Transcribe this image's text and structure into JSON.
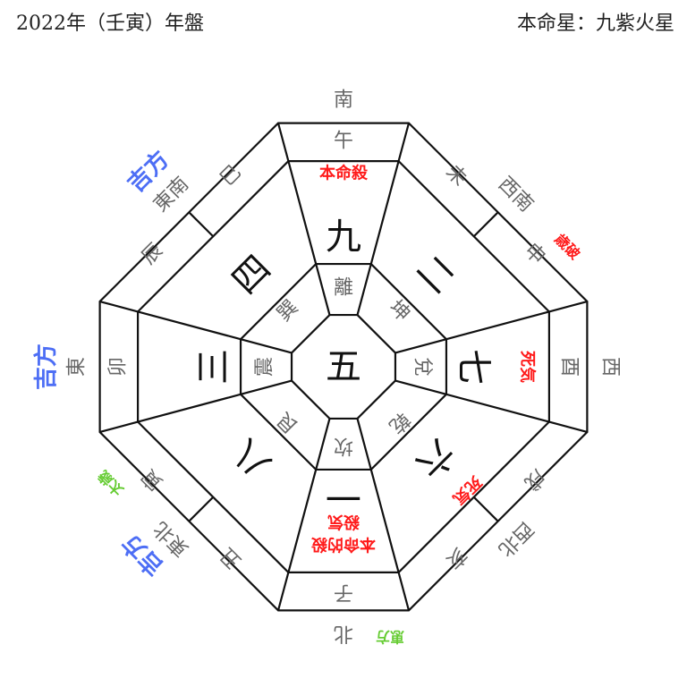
{
  "header": {
    "title": "2022年（壬寅）年盤",
    "honmei": "本命星：九紫火星"
  },
  "center": "五",
  "colors": {
    "line": "#111111",
    "label": "#666666",
    "star": "#111111",
    "bad": "#ff1a1a",
    "lucky": "#4d6ef5",
    "green": "#66cc33"
  },
  "sectors": [
    {
      "direction": "南",
      "zodiac": [
        "午"
      ],
      "star": "九",
      "trigram": "離",
      "inner_notes": [
        "本命殺"
      ],
      "outer_notes": []
    },
    {
      "direction": "西南",
      "zodiac": [
        "未",
        "申"
      ],
      "star": "二",
      "trigram": "坤",
      "inner_notes": [],
      "outer_notes": [
        {
          "text": "歳破",
          "color": "bad"
        }
      ]
    },
    {
      "direction": "西",
      "zodiac": [
        "酉"
      ],
      "star": "七",
      "trigram": "兌",
      "inner_notes": [
        "死気"
      ],
      "outer_notes": []
    },
    {
      "direction": "西北",
      "zodiac": [
        "戌",
        "亥"
      ],
      "star": "六",
      "trigram": "乾",
      "inner_notes": [
        "死気"
      ],
      "outer_notes": []
    },
    {
      "direction": "北",
      "zodiac": [
        "子"
      ],
      "star": "一",
      "trigram": "坎",
      "inner_notes": [
        "本命的殺",
        "殺気"
      ],
      "outer_notes": [
        {
          "text": "恵方",
          "color": "green"
        }
      ]
    },
    {
      "direction": "東北",
      "zodiac": [
        "丑",
        "寅"
      ],
      "star": "八",
      "trigram": "艮",
      "inner_notes": [],
      "outer_notes": [
        {
          "text": "吉方",
          "color": "lucky"
        },
        {
          "text": "太歳",
          "color": "green"
        }
      ]
    },
    {
      "direction": "東",
      "zodiac": [
        "卯"
      ],
      "star": "三",
      "trigram": "震",
      "inner_notes": [],
      "outer_notes": [
        {
          "text": "吉方",
          "color": "lucky"
        }
      ]
    },
    {
      "direction": "東南",
      "zodiac": [
        "辰",
        "巳"
      ],
      "star": "四",
      "trigram": "巽",
      "inner_notes": [],
      "outer_notes": [
        {
          "text": "吉方",
          "color": "lucky"
        }
      ]
    }
  ]
}
